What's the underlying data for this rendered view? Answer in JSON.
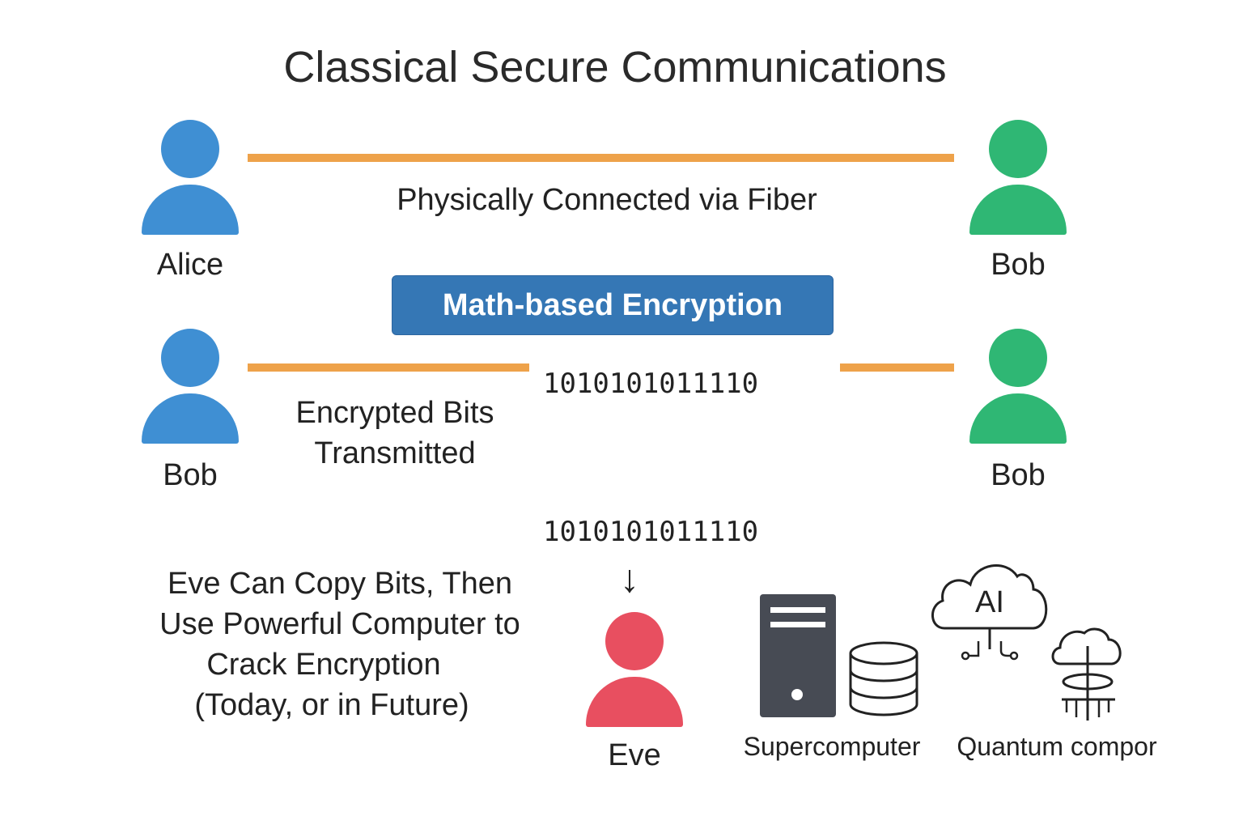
{
  "title": "Classical Secure Communications",
  "row1": {
    "left_party": "Alice",
    "right_party": "Bob",
    "link_label": "Physically Connected via Fiber"
  },
  "encryption_box": "Math-based Encryption",
  "row2": {
    "left_party": "Bob",
    "right_party": "Bob",
    "link_label_line1": "Encrypted Bits",
    "link_label_line2": "Transmitted",
    "bits": "1010101011110"
  },
  "eve_section": {
    "bits": "1010101011110",
    "arrow": "↓",
    "eavesdropper": "Eve",
    "description": [
      "Eve Can Copy Bits, Then",
      "Use Powerful Computer to",
      "Crack Encryption",
      "(Today, or in Future)"
    ],
    "computers": [
      {
        "label": "Supercomputer",
        "icon": "server-database-icon"
      },
      {
        "label": "AI",
        "icon": "ai-cloud-icon"
      },
      {
        "label": "Quantum compor",
        "icon": "quantum-cloud-icon"
      }
    ]
  },
  "colors": {
    "alice": "#3f8fd3",
    "bob": "#2fb774",
    "eve": "#e84f60",
    "fiber": "#eea24a",
    "encryption_box": "#3577b5",
    "server": "#474b54"
  }
}
